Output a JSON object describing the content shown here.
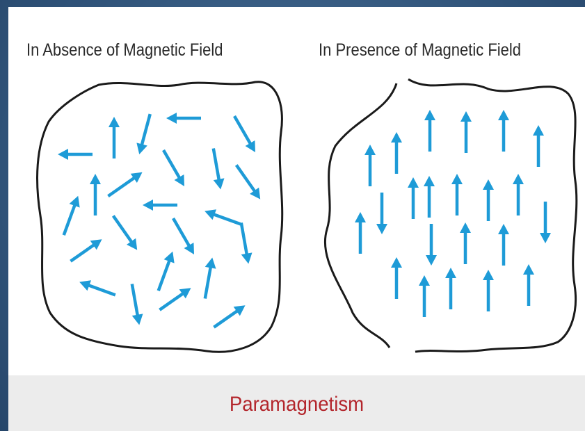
{
  "left_panel": {
    "title": "In Absence of Magnetic Field"
  },
  "right_panel": {
    "title": "In Presence of Magnetic Field"
  },
  "caption": "Paramagnetism",
  "colors": {
    "arrow": "#1e9bd7",
    "outline": "#1a1a1a",
    "caption": "#b3262c",
    "border": "#3a5f86"
  }
}
